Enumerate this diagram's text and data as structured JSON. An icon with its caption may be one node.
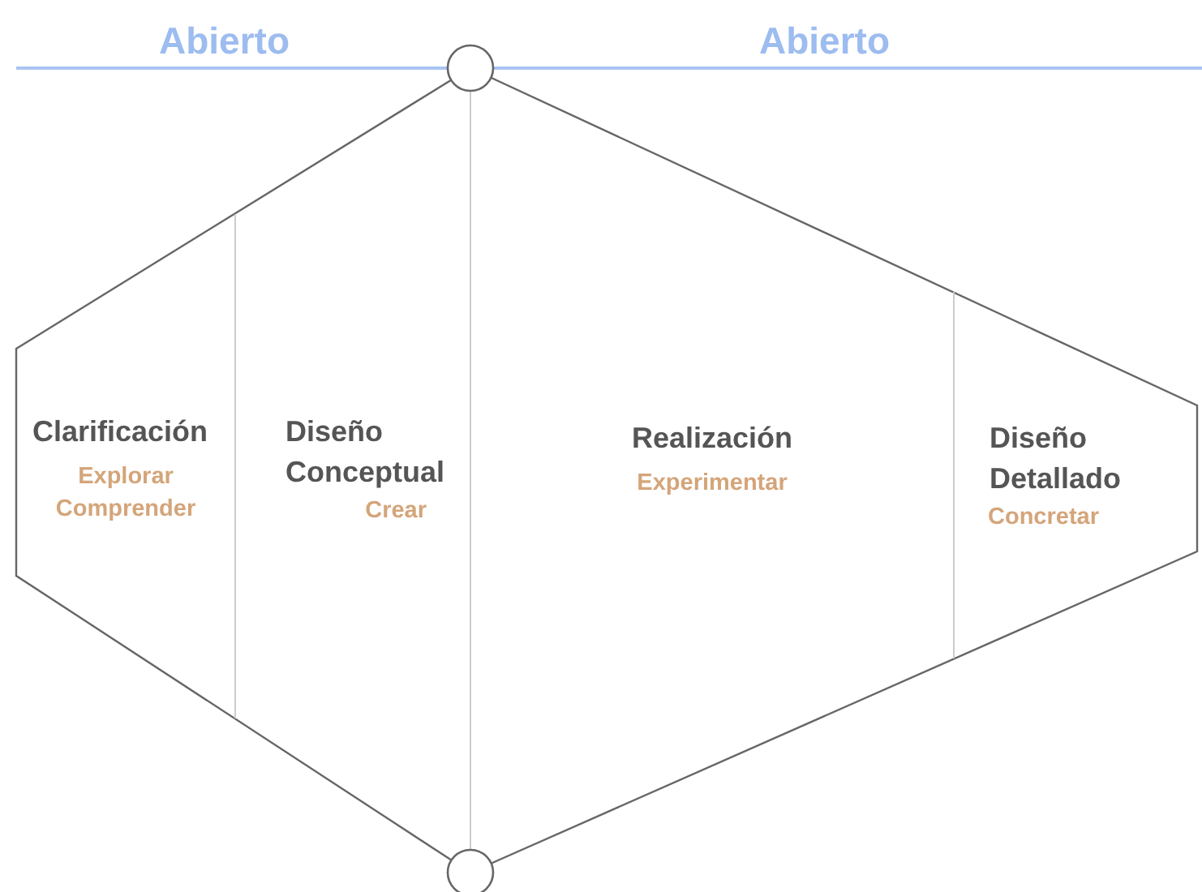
{
  "diagram": {
    "nodes": [
      {
        "text": [
          "Clarificación",
          "Explorar Comprender"
        ]
      },
      {
        "text": [
          "Diseño Conceptual",
          "Crear"
        ]
      },
      {
        "text": [
          "Realización",
          "Experimentar"
        ]
      },
      {
        "text": [
          "Diseño Detallado",
          "Concretar"
        ]
      }
    ],
    "labels": [
      "Abierto",
      "Abierto"
    ]
  }
}
